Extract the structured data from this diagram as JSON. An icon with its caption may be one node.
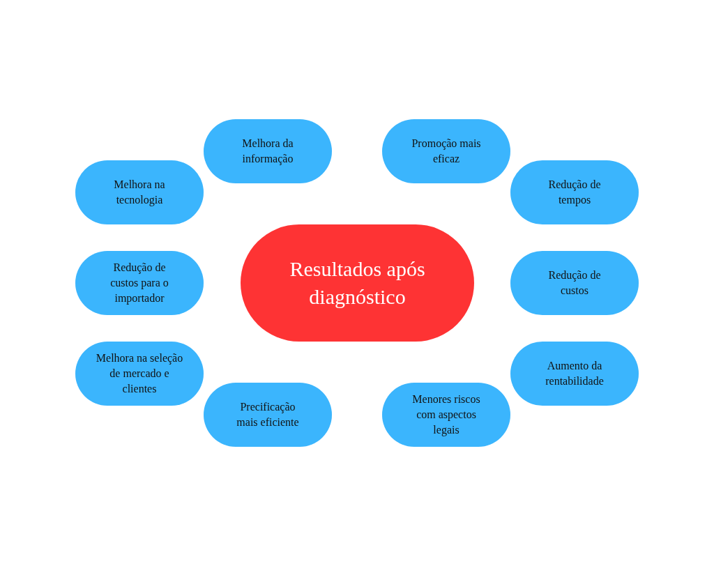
{
  "diagram": {
    "nodes": [
      {
        "text": [
          "Resultados após diagnóstico"
        ]
      },
      {
        "text": [
          "Melhora da informação"
        ]
      },
      {
        "text": [
          "Promoção mais eficaz"
        ]
      },
      {
        "text": [
          "Melhora na tecnologia"
        ]
      },
      {
        "text": [
          "Redução de tempos"
        ]
      },
      {
        "text": [
          "Redução de custos para o importador"
        ]
      },
      {
        "text": [
          "Redução de custos"
        ]
      },
      {
        "text": [
          "Melhora na seleção de mercado e clientes"
        ]
      },
      {
        "text": [
          "Aumento da rentabilidade"
        ]
      },
      {
        "text": [
          "Precificação mais eficiente"
        ]
      },
      {
        "text": [
          "Menores riscos com aspectos legais"
        ]
      }
    ],
    "edges": []
  }
}
